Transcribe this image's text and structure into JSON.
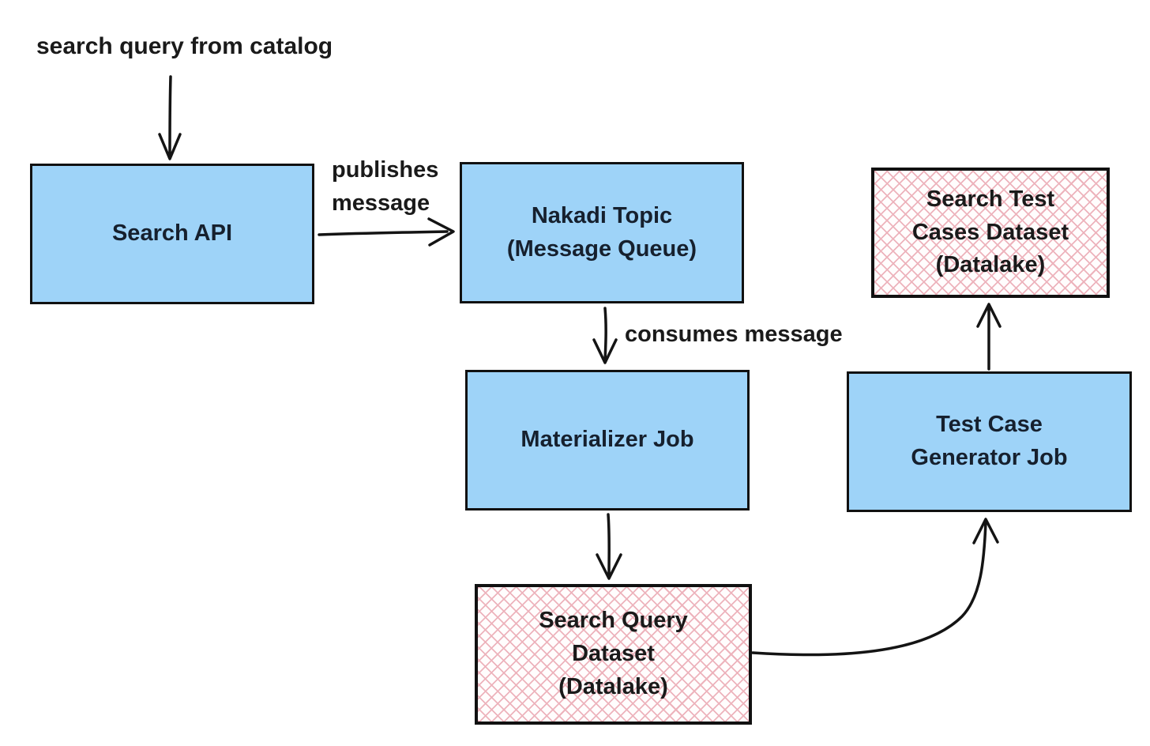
{
  "colors": {
    "background": "#ffffff",
    "node_fill": "#9ed3f8",
    "node_border": "#111111",
    "node_text": "#16202e",
    "label_text": "#1a1a1a",
    "dataset_hatch": "#edb3bc",
    "arrow": "#141414"
  },
  "nodes": {
    "search_api": {
      "label": "Search API"
    },
    "nakadi_topic": {
      "label": "Nakadi Topic\n(Message Queue)"
    },
    "materializer_job": {
      "label": "Materializer Job"
    },
    "search_query_dataset": {
      "label": "Search Query\nDataset\n(Datalake)"
    },
    "test_case_generator_job": {
      "label": "Test Case\nGenerator Job"
    },
    "search_test_cases_dataset": {
      "label": "Search Test\nCases Dataset\n(Datalake)"
    }
  },
  "edge_labels": {
    "catalog_input": "search query from catalog",
    "publishes": "publishes\nmessage",
    "consumes": "consumes message"
  }
}
